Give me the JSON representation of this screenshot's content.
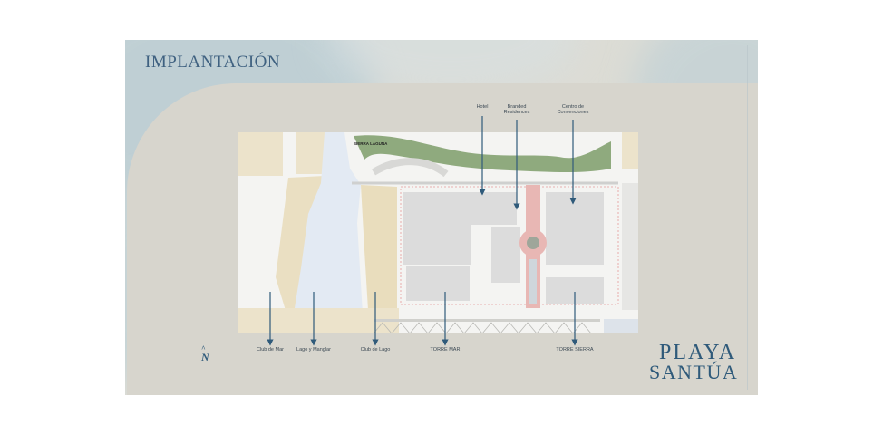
{
  "slide": {
    "title": "IMPLANTACIÓN",
    "brand_line1": "PLAYA",
    "brand_line2": "SANTÚA",
    "north_symbol": "N",
    "colors": {
      "accent": "#2f5a7a",
      "arrow": "#2f5a7a",
      "road_pink": "#e8b7b4",
      "water": "#e4ebf2",
      "sand": "#ede3cc",
      "vegetation": "#8faa7e"
    }
  },
  "site_plan": {
    "labels_top": [
      "Hotel",
      "Branded\nResidences",
      "Centro de\nConvenciones"
    ],
    "labels_bottom": [
      "Club de Mar",
      "Lago y Manglar",
      "Club de Lago",
      "TORRE MAR",
      "TORRE SIERRA"
    ],
    "plan_label": "SIERRA LAGUNA"
  }
}
